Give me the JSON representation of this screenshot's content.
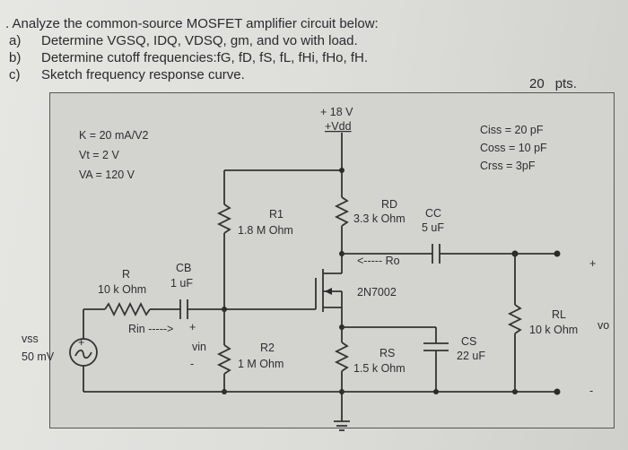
{
  "question": {
    "lead": ". Analyze the common-source MOSFET amplifier circuit below:",
    "items": [
      {
        "letter": "a)",
        "text": "Determine VGSQ, IDQ, VDSQ, gm, and vo with load."
      },
      {
        "letter": "b)",
        "text": "Determine cutoff frequencies:fG, fD, fS, fL, fHi, fHo, fH."
      },
      {
        "letter": "c)",
        "text": "Sketch frequency response curve."
      }
    ],
    "points_value": "20",
    "points_unit": "pts."
  },
  "circuit": {
    "params": [
      "K = 20 mA/V2",
      "Vt = 2 V",
      "VA = 120 V"
    ],
    "caps": [
      "Ciss = 20 pF",
      "Coss = 10 pF",
      "Crss = 3pF"
    ],
    "supply_value": "+ 18 V",
    "supply_name": "+Vdd",
    "r1_name": "R1",
    "r1_value": "1.8 M Ohm",
    "rd_name": "RD",
    "rd_value": "3.3 k Ohm",
    "cc_name": "CC",
    "cc_value": "5 uF",
    "ro_label": "<----- Ro",
    "mosfet": "2N7002",
    "r_name": "R",
    "r_value": "10 k Ohm",
    "cb_name": "CB",
    "cb_value": "1 uF",
    "rin_label": "Rin ----->",
    "plus_sign": "+",
    "minus_sign": "-",
    "vss_name": "vss",
    "vss_value": "50 mV",
    "vin_label": "vin",
    "r2_name": "R2",
    "r2_value": "1 M Ohm",
    "rs_name": "RS",
    "rs_value": "1.5 k Ohm",
    "cs_name": "CS",
    "cs_value": "22 uF",
    "rl_name": "RL",
    "rl_value": "10 k Ohm",
    "vo_label": "vo"
  }
}
